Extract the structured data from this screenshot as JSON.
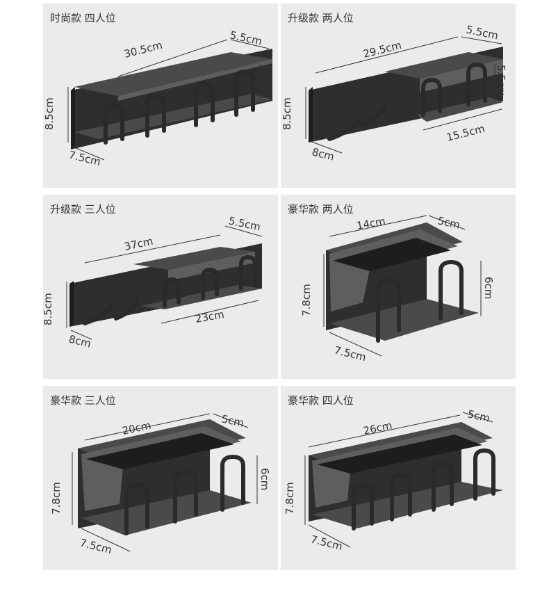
{
  "panels": [
    {
      "title": "时尚款 四人位",
      "dims": {
        "length": "30.5cm",
        "cup_width": "5.5cm",
        "cup_height": "5.5cm",
        "height": "8.5cm",
        "depth": "7.5cm"
      }
    },
    {
      "title": "升级款 两人位",
      "dims": {
        "length": "29.5cm",
        "cup_width": "5.5cm",
        "cup_height": "5.5cm",
        "height": "8.5cm",
        "depth": "8cm",
        "shelf": "15.5cm"
      }
    },
    {
      "title": "升级款 三人位",
      "dims": {
        "length": "37cm",
        "cup_width": "5.5cm",
        "height": "8.5cm",
        "depth": "8cm",
        "shelf": "23cm"
      }
    },
    {
      "title": "豪华款 两人位",
      "dims": {
        "length": "14cm",
        "cup_width": "5cm",
        "height": "7.8cm",
        "cup_height": "6cm",
        "depth": "7.5cm"
      }
    },
    {
      "title": "豪华款 三人位",
      "dims": {
        "length": "20cm",
        "cup_width": "5cm",
        "height": "7.8cm",
        "cup_height": "6cm",
        "depth": "7.5cm"
      }
    },
    {
      "title": "豪华款 四人位",
      "dims": {
        "length": "26cm",
        "cup_width": "5cm",
        "height": "7.8cm",
        "depth": "7.5cm"
      }
    }
  ]
}
